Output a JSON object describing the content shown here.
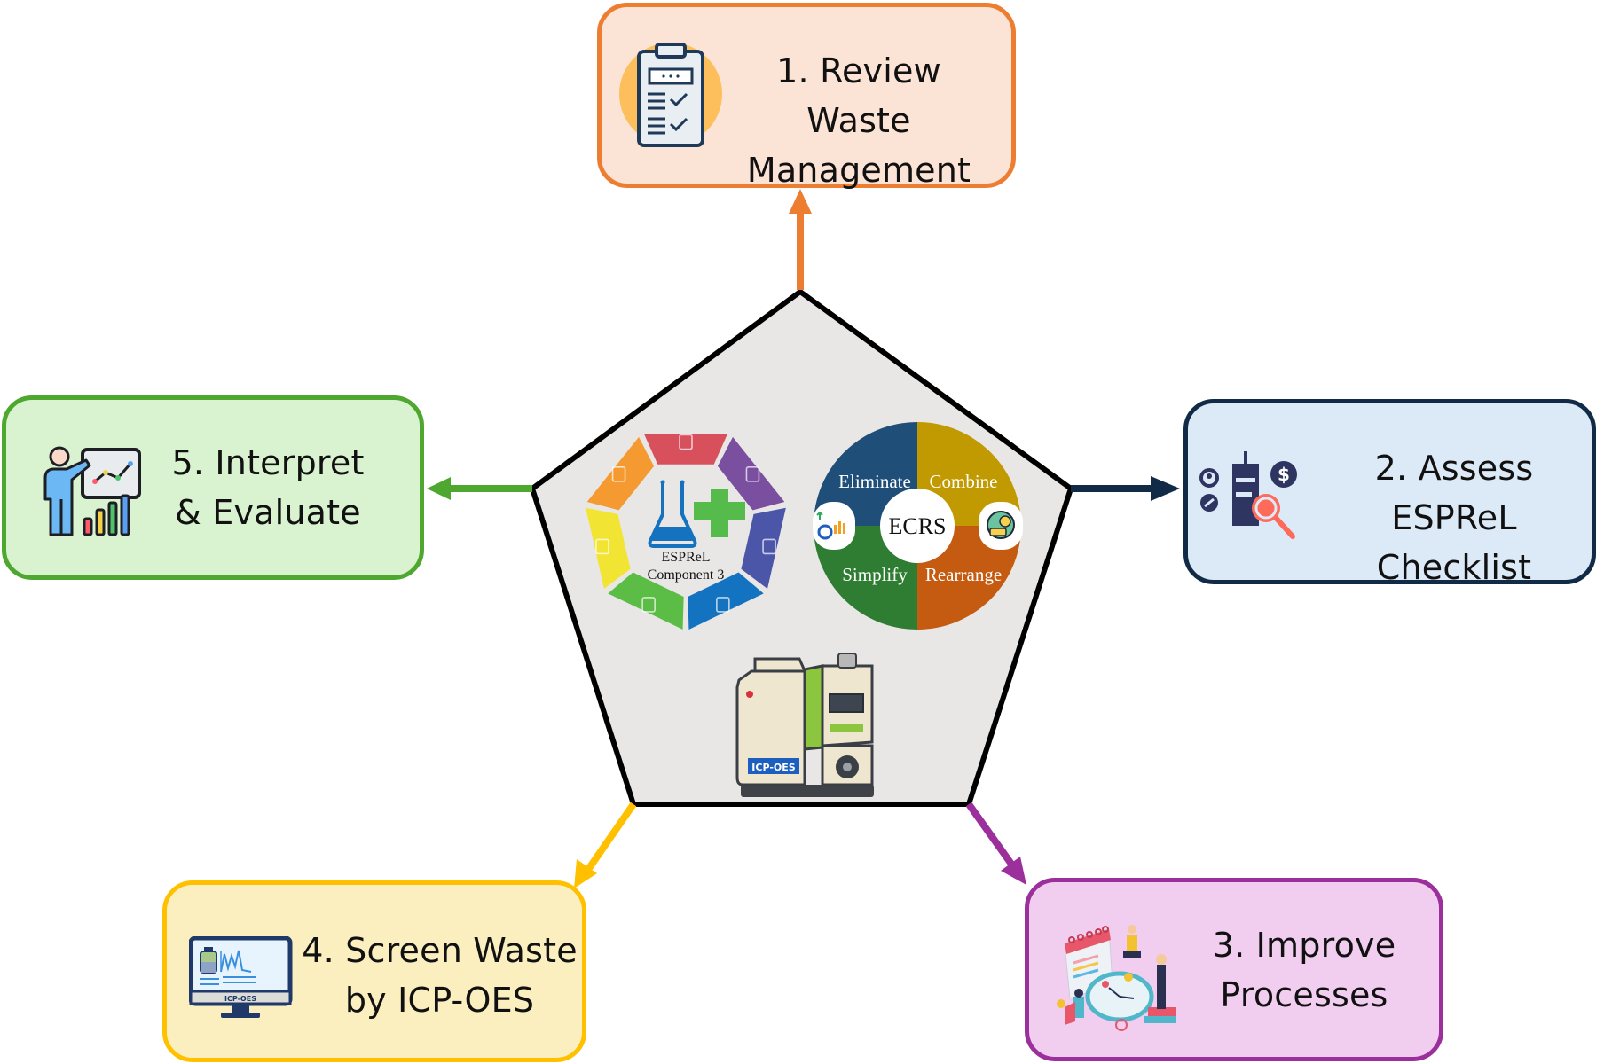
{
  "diagram": {
    "title": "ESPReL Component 3 waste management cycle",
    "center": {
      "heptagon_label_line1": "ESPReL",
      "heptagon_label_line2": "Component 3",
      "heptagon_segments": [
        {
          "icon": "document-icon",
          "color": "#d9505d"
        },
        {
          "icon": "shield-check-icon",
          "color": "#7a4fa0"
        },
        {
          "icon": "lab-glassware-icon",
          "color": "#4b56a8"
        },
        {
          "icon": "recycle-bin-plant-icon",
          "color": "#1473c0"
        },
        {
          "icon": "building-icon",
          "color": "#5bbd45"
        },
        {
          "icon": "worker-icon",
          "color": "#f2e433"
        },
        {
          "icon": "presenter-board-icon",
          "color": "#f59a31"
        }
      ],
      "ecrs": {
        "center_label": "ECRS",
        "quadrants": [
          {
            "label": "Eliminate",
            "color": "#1f4e79"
          },
          {
            "label": "Combine",
            "color": "#c09a00"
          },
          {
            "label": "Rearrange",
            "color": "#c55a11"
          },
          {
            "label": "Simplify",
            "color": "#2e7d32"
          }
        ]
      },
      "instrument_label": "ICP-OES"
    },
    "steps": [
      {
        "id": "1",
        "line1": "1. Review Waste",
        "line2": "Management",
        "color": "#ed7d31",
        "fill": "#fbe3d6",
        "icon": "clipboard-checklist-icon"
      },
      {
        "id": "2",
        "line1": "2. Assess ESPReL",
        "line2": "Checklist",
        "color": "#112b47",
        "fill": "#dce9f6",
        "icon": "assessment-magnifier-icon"
      },
      {
        "id": "3",
        "line1": "3. Improve",
        "line2": "Processes",
        "color": "#9b2f9b",
        "fill": "#f1cdef",
        "icon": "process-improvement-icon"
      },
      {
        "id": "4",
        "line1": "4. Screen Waste",
        "line2": "by ICP-OES",
        "color": "#ffc000",
        "fill": "#fbefc0",
        "icon": "monitor-spectrum-icon",
        "icon_caption": "ICP-OES"
      },
      {
        "id": "5",
        "line1": "5. Interpret",
        "line2": "& Evaluate",
        "color": "#4ea72e",
        "fill": "#d9f2d0",
        "icon": "presenter-chart-icon"
      }
    ]
  }
}
